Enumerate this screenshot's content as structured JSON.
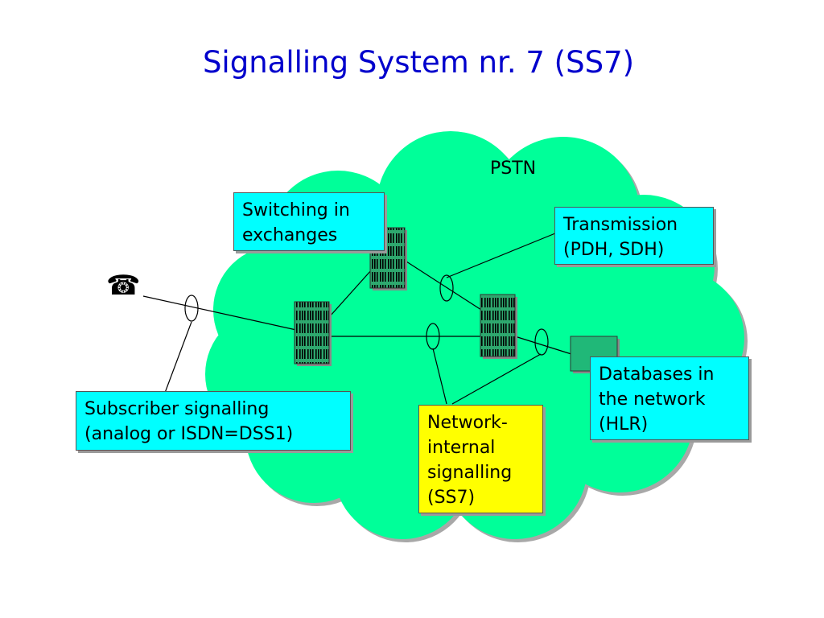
{
  "title": "Signalling System nr. 7 (SS7)",
  "cloud_label": "PSTN",
  "icons": {
    "phone": "telephone-icon",
    "phone_glyph": "☎"
  },
  "colors": {
    "title": "#0000cc",
    "cloud": "#00ff99",
    "label_box": "#00ffff",
    "highlight_box": "#ffff00",
    "exchange": "#2ea86e",
    "database": "#20b878"
  },
  "labels": {
    "switching": [
      "Switching in",
      "exchanges"
    ],
    "transmission": [
      "Transmission",
      "(PDH, SDH)"
    ],
    "subscriber": [
      "Subscriber signalling",
      "(analog or ISDN=DSS1)"
    ],
    "network_internal": [
      "Network-",
      "internal",
      "signalling",
      "(SS7)"
    ],
    "databases": [
      "Databases in",
      "the network",
      "(HLR)"
    ]
  }
}
